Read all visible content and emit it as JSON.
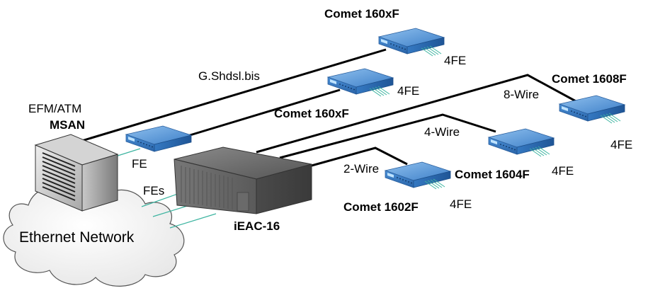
{
  "diagram": {
    "type": "network-topology",
    "nodes": [
      {
        "id": "msan",
        "kind": "rack-server",
        "label_line1": "EFM/ATM",
        "label_line2": "MSAN"
      },
      {
        "id": "ethernet",
        "kind": "cloud",
        "label": "Ethernet Network"
      },
      {
        "id": "ieac16",
        "kind": "chassis",
        "label": "iEAC-16"
      },
      {
        "id": "fe_modem",
        "kind": "modem",
        "label": "FE"
      },
      {
        "id": "comet_top",
        "kind": "modem",
        "label": "Comet 160xF",
        "ports": "4FE"
      },
      {
        "id": "comet_mid",
        "kind": "modem",
        "label": "Comet 160xF",
        "ports": "4FE"
      },
      {
        "id": "comet_1608",
        "kind": "modem",
        "label": "Comet 1608F",
        "ports": "4FE"
      },
      {
        "id": "comet_1604",
        "kind": "modem",
        "label": "Comet 1604F",
        "ports": "4FE"
      },
      {
        "id": "comet_1602",
        "kind": "modem",
        "label": "Comet 1602F",
        "ports": "4FE"
      }
    ],
    "links": [
      {
        "from": "msan",
        "to": "comet_top",
        "label": "G.Shdsl.bis",
        "style": "dsl"
      },
      {
        "from": "fe_modem",
        "to": "comet_mid",
        "label": "",
        "style": "dsl"
      },
      {
        "from": "ieac16",
        "to": "comet_1608",
        "label": "8-Wire",
        "style": "dsl"
      },
      {
        "from": "ieac16",
        "to": "comet_1604",
        "label": "4-Wire",
        "style": "dsl"
      },
      {
        "from": "ieac16",
        "to": "comet_1602",
        "label": "2-Wire",
        "style": "dsl"
      },
      {
        "from": "msan",
        "to": "fe_modem",
        "label": "FE",
        "style": "ethernet"
      },
      {
        "from": "ethernet",
        "to": "ieac16",
        "label": "FEs",
        "style": "ethernet"
      }
    ],
    "colors": {
      "dsl_line": "#000000",
      "ethernet_line": "#3cb4a0",
      "modem_top": "#5b9bd5",
      "modem_side": "#2f6fb5",
      "chassis": "#6a6a6a",
      "cloud_fill": "#f2f2f2"
    }
  }
}
